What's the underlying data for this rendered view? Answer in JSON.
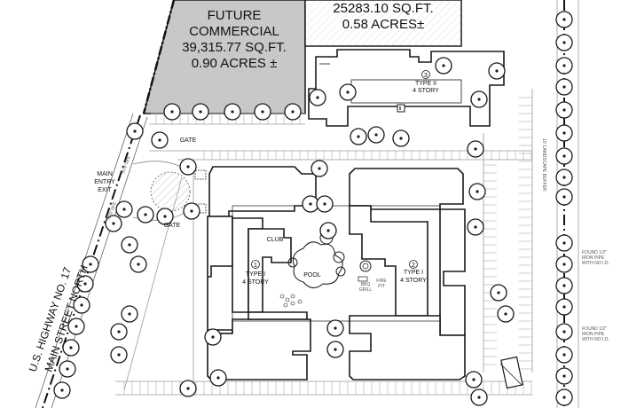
{
  "parcels": {
    "future_commercial": {
      "line1": "FUTURE",
      "line2": "COMMERCIAL",
      "line3": "39,315.77 SQ.FT.",
      "line4": "0.90 ACRES ±"
    },
    "top_parcel": {
      "line1": "25283.10 SQ.FT.",
      "line2": "0.58 ACRES±"
    }
  },
  "buildings": {
    "building_1": {
      "number": "1",
      "line1": "TYPE I",
      "line2": "4 STORY"
    },
    "building_2": {
      "number": "2",
      "line1": "TYPE I",
      "line2": "4 STORY"
    },
    "building_3": {
      "number": "3",
      "line1": "TYPE II",
      "line2": "4 STORY"
    }
  },
  "amenities": {
    "club": "CLUB",
    "pool": "POOL",
    "bbq_line1": "BBQ",
    "bbq_line2": "GRILL",
    "fire_line1": "FIRE",
    "fire_line2": "PIT"
  },
  "site": {
    "gate_top": "GATE",
    "gate_bottom": "GATE",
    "main_entry_line1": "MAIN",
    "main_entry_line2": "ENTRY",
    "main_entry_line3": "EXIT",
    "highway_line1": "U.S. HIGHWAY NO. 17",
    "highway_line2": "MAIN STREET NORTH",
    "landscape_buffer": "10' LANDSCAPE BUFFER",
    "bearing_1": "N76°28'E",
    "bearing_2": "N76°26'E",
    "found_pipe_1_line1": "FOUND 1/2\"",
    "found_pipe_1_line2": "IRON PIPE",
    "found_pipe_1_line3": "WITH NO I.D.",
    "found_pipe_2_line1": "FOUND 1/2\"",
    "found_pipe_2_line2": "IRON PIPE",
    "found_pipe_2_line3": "WITH NO I.D."
  },
  "colors": {
    "line": "#1a1a1a",
    "commercial_fill": "#c8c8c8",
    "tree_fill": "#ffffff",
    "paving_line": "#9a9a9a"
  }
}
